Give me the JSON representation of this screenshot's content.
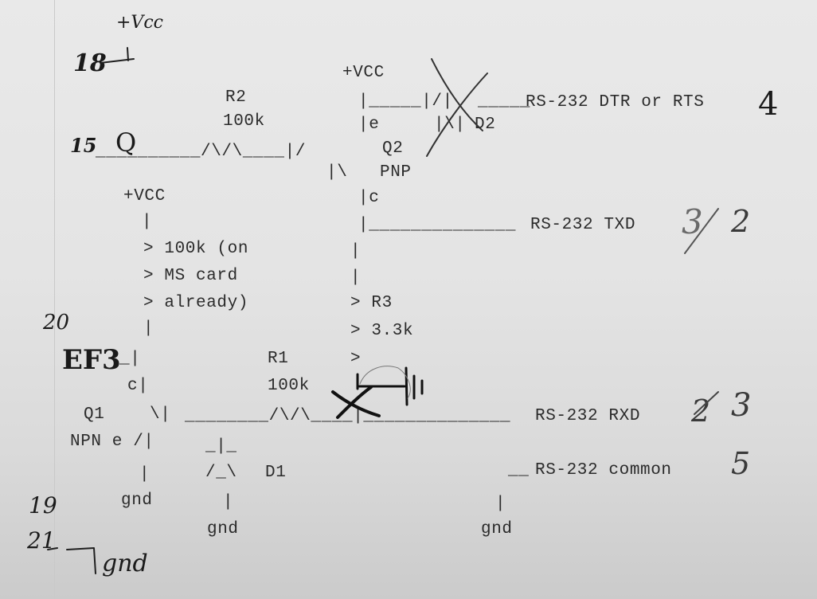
{
  "diagram": {
    "vcc_top": "+VCC",
    "q2_emitter_line": "|_____|/|",
    "d2_lower": "|\\|",
    "d2_label": "D2",
    "dtr_label": "RS-232 DTR or RTS",
    "r2_label": "R2",
    "r2_value": "100k",
    "emitter_tick": "|e",
    "base_line": "__________/\\/\\____|/",
    "q2_label": "Q2",
    "q2_body": "|\\",
    "q2_type": "PNP",
    "vcc_left": "+VCC",
    "collector_tick": "|c",
    "pullup_bar": "|",
    "vbar": "|",
    "txd_line": "|______________",
    "txd_label": "RS-232 TXD",
    "pullup_1": "> 100k (on",
    "pullup_2": "> MS card",
    "pullup_3": "> already)",
    "r3_label": "> R3",
    "r3_value": "> 3.3k",
    "r3_tail": ">",
    "ef_stub": "_|",
    "q1_collector": "c|",
    "r1_label": "R1",
    "r1_value": "100k",
    "q1_label": "Q1",
    "q1_base": "\\|",
    "rxd_line": "________/\\/\\____|______________",
    "rxd_label": "RS-232 RXD",
    "q1_type": "NPN e /|",
    "d1_top": "_|_",
    "d1_body": "/_\\",
    "d1_label": "D1",
    "common_line": "__",
    "common_label": "RS-232 common",
    "q1_gnd_bar": "|",
    "q1_gnd": "gnd",
    "d1_gnd_bar": "|",
    "d1_gnd": "gnd",
    "common_gnd_bar": "|",
    "common_gnd": "gnd"
  },
  "handwritten": {
    "vcc_note": "+Vcc",
    "pin_18": "18",
    "pin_15": "15",
    "q_label": "Q",
    "pin_4": "4",
    "pin_2": "2",
    "struck_3": "3",
    "pin_3": "3",
    "struck_2": "2",
    "pin_5": "5",
    "pin_20": "20",
    "ef_label": "EF3",
    "pin_19": "19",
    "pin_21": "21",
    "gnd_note": "gnd"
  },
  "colors": {
    "paper": "#e4e4e4",
    "print": "#2b2b2b",
    "ink": "#1a1a1a"
  }
}
